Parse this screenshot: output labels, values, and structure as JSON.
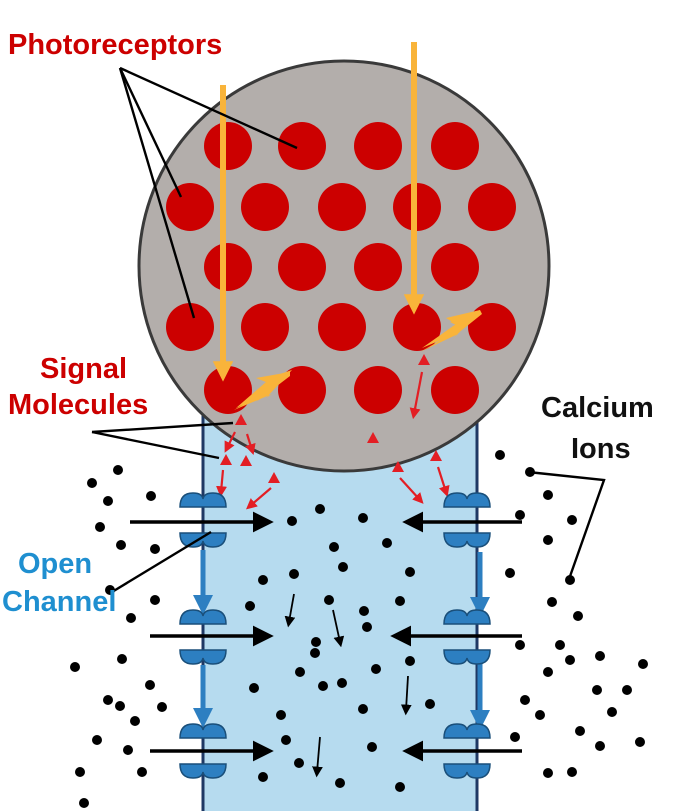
{
  "labels": {
    "photoreceptors": "Photoreceptors",
    "signal_line1": "Signal",
    "signal_line2": "Molecules",
    "calcium_line1": "Calcium",
    "calcium_line2": "Ions",
    "open_line1": "Open",
    "open_line2": "Channel"
  },
  "colors": {
    "receptor_red": "#cc0000",
    "light_orange": "#f9b43a",
    "cell_gray": "#b3aeab",
    "cell_blue": "#b6dbef",
    "channel_blue": "#2d7fc1",
    "label_red": "#cc0000",
    "label_blue": "#1f8fd0",
    "text_black": "#111111"
  }
}
